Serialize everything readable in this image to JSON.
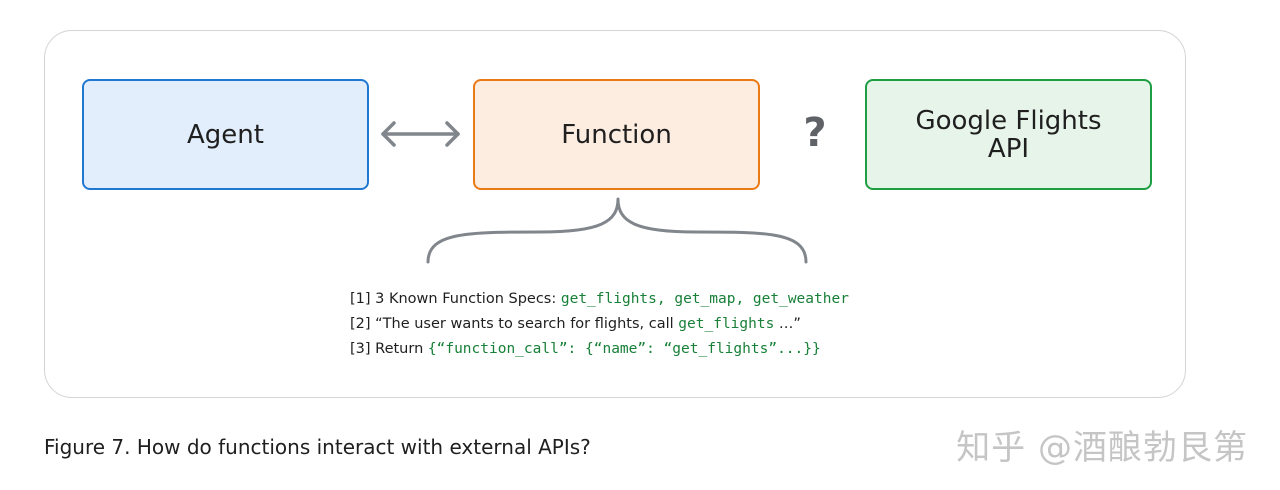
{
  "diagram": {
    "boxes": {
      "agent": "Agent",
      "function": "Function",
      "api_line1": "Google Flights",
      "api_line2": "API"
    },
    "question_mark": "?",
    "notes": [
      {
        "prefix": "[1] 3 Known Function Specs: ",
        "code": "get_flights, get_map, get_weather",
        "suffix": ""
      },
      {
        "prefix": "[2] “The user wants to search for flights, call ",
        "code": "get_flights",
        "suffix": " …”"
      },
      {
        "prefix": "[3] Return ",
        "code": "{“function_call”: {“name”: “get_flights”...}}",
        "suffix": ""
      }
    ]
  },
  "caption": "Figure 7. How do functions interact with external APIs?",
  "watermark": "知乎 @酒酿勃艮第",
  "colors": {
    "agent_fill": "#e3eefc",
    "agent_border": "#1f78d1",
    "function_fill": "#fdece0",
    "function_border": "#ea7a16",
    "api_fill": "#e6f4ea",
    "api_border": "#1e9e43",
    "code_text": "#188038",
    "connector": "#80868b"
  }
}
